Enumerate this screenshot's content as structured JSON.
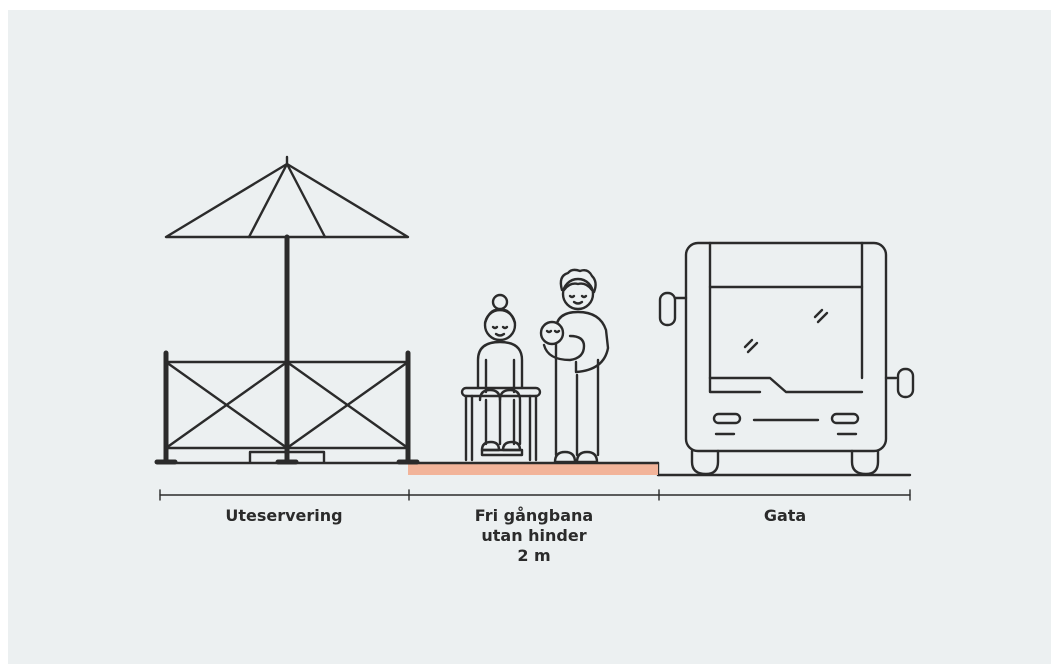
{
  "labels": {
    "uteservering": "Uteservering",
    "gangbana_line1": "Fri gångbana",
    "gangbana_line2": "utan hinder",
    "gangbana_line3": "2 m",
    "gata": "Gata"
  },
  "colors": {
    "background": "#ecf0f1",
    "ink": "#2b2b2b",
    "walkway": "#f2b49a"
  }
}
